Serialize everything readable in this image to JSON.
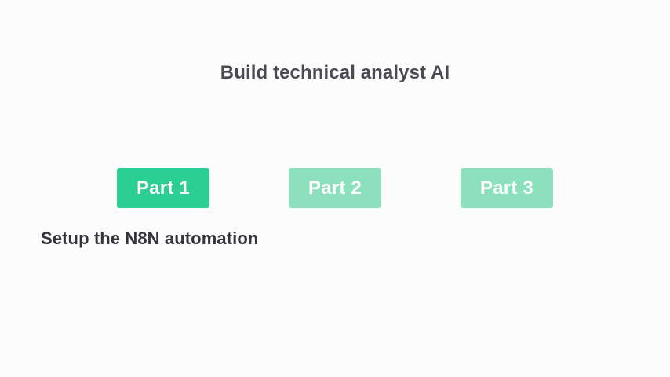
{
  "slide": {
    "title": "Build technical analyst AI",
    "caption": "Setup the N8N automation",
    "background_color": "#fcfcfc",
    "title_color": "#4a4a52",
    "caption_color": "#33333b",
    "parts": [
      {
        "label": "Part 1",
        "state": "active",
        "background_color": "#2bcf94",
        "text_color": "#ffffff"
      },
      {
        "label": "Part 2",
        "state": "inactive",
        "background_color": "#8ce0bc",
        "text_color": "#ffffff"
      },
      {
        "label": "Part 3",
        "state": "inactive",
        "background_color": "#8ce0bc",
        "text_color": "#ffffff"
      }
    ]
  }
}
